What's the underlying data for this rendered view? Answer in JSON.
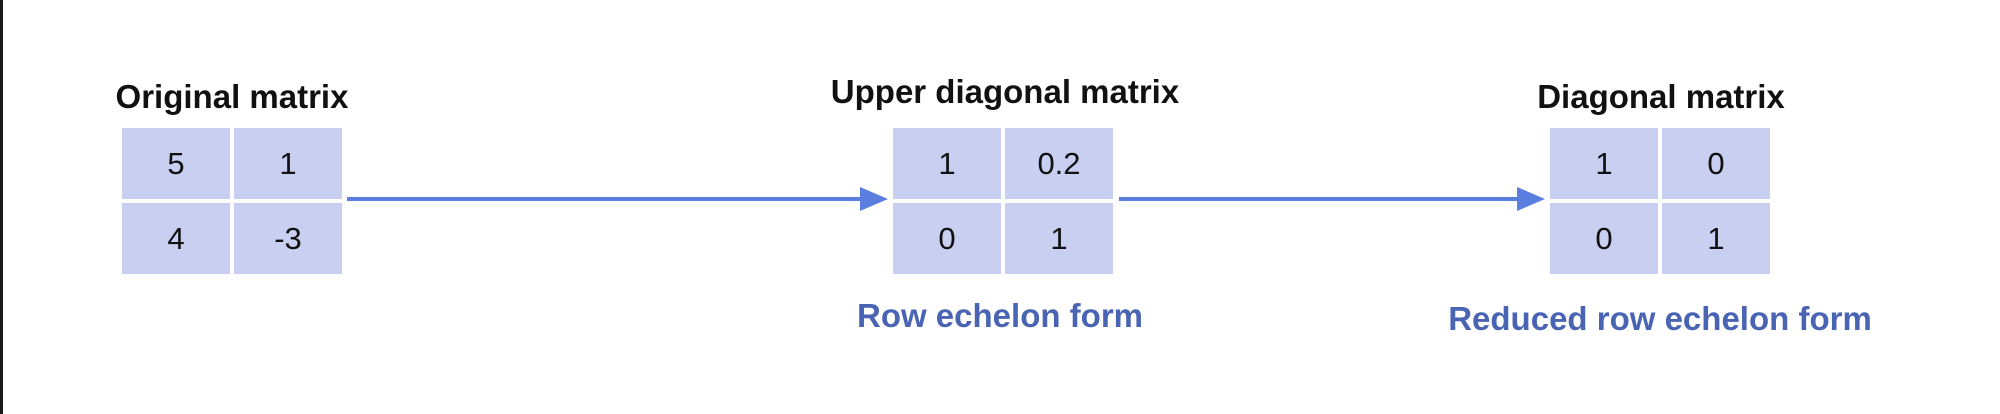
{
  "colors": {
    "cell_fill": "#c9cff1",
    "arrow": "#5b7fe0",
    "caption": "#4a64b4",
    "title": "#111111"
  },
  "steps": [
    {
      "title": "Original matrix",
      "caption": "",
      "matrix": [
        [
          "5",
          "1"
        ],
        [
          "4",
          "-3"
        ]
      ]
    },
    {
      "title": "Upper diagonal matrix",
      "caption": "Row echelon form",
      "matrix": [
        [
          "1",
          "0.2"
        ],
        [
          "0",
          "1"
        ]
      ]
    },
    {
      "title": "Diagonal matrix",
      "caption": "Reduced row echelon form",
      "matrix": [
        [
          "1",
          "0"
        ],
        [
          "0",
          "1"
        ]
      ]
    }
  ]
}
